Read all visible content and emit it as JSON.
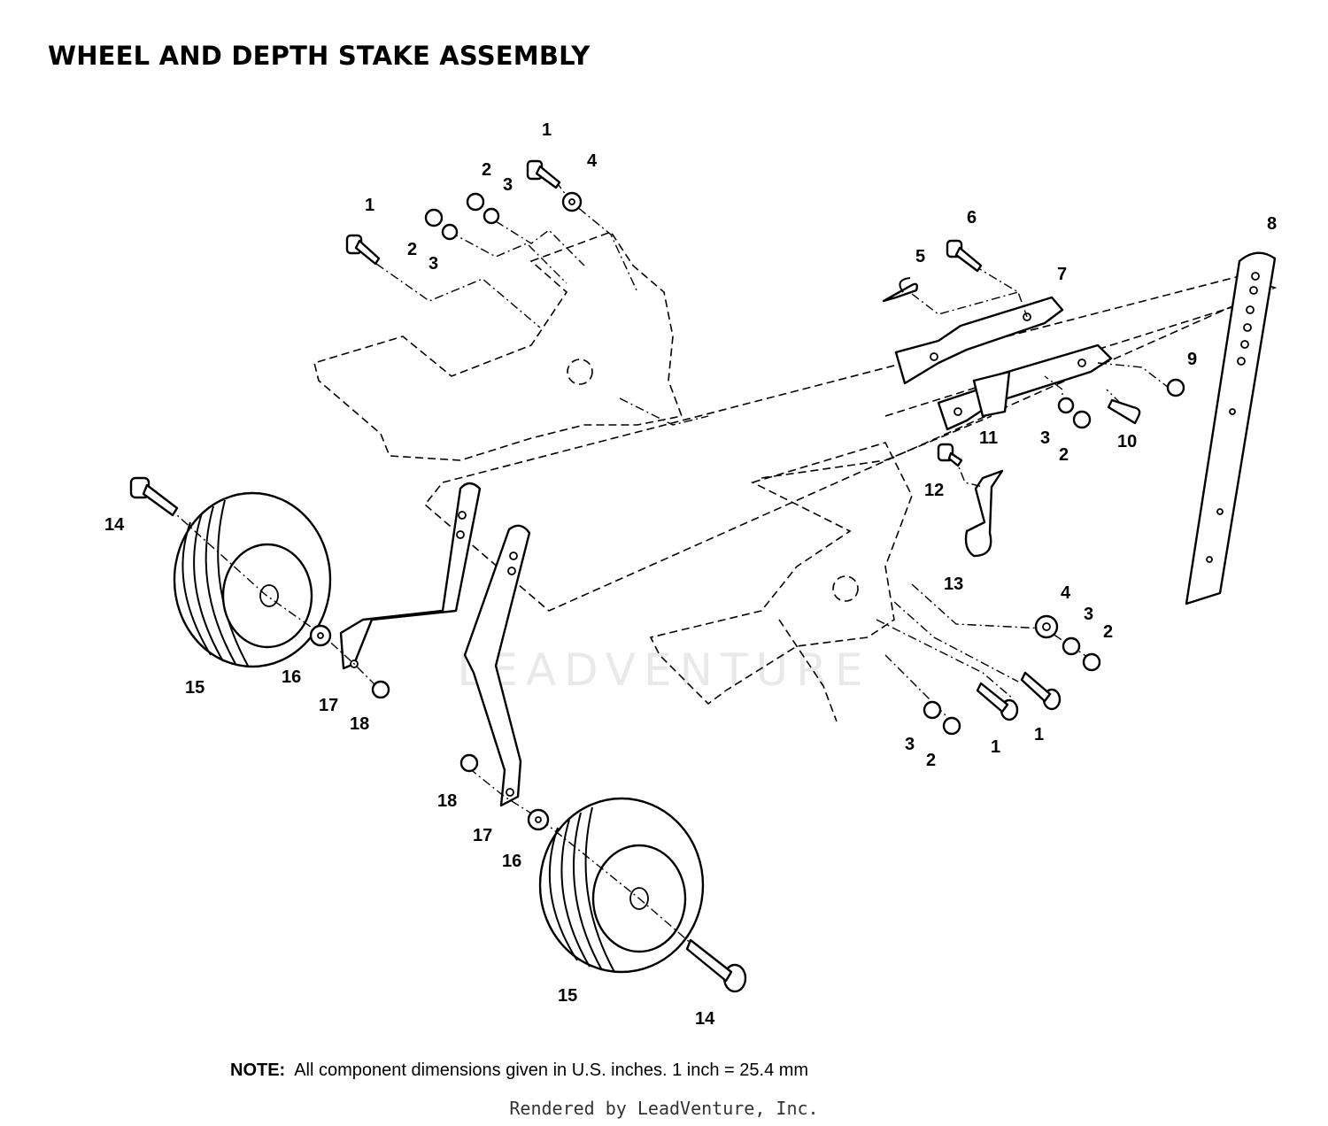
{
  "title": "WHEEL AND DEPTH STAKE ASSEMBLY",
  "watermark": "LEADVENTURE",
  "note": {
    "label": "NOTE:",
    "text": "All component dimensions given in U.S. inches.  1 inch = 25.4 mm"
  },
  "footer": "Rendered by LeadVenture, Inc.",
  "callouts": [
    "1",
    "2",
    "3",
    "1",
    "4",
    "2",
    "3",
    "6",
    "5",
    "7",
    "8",
    "9",
    "11",
    "3",
    "2",
    "10",
    "12",
    "13",
    "14",
    "15",
    "16",
    "17",
    "18",
    "4",
    "3",
    "2",
    "3",
    "2",
    "1",
    "1",
    "18",
    "17",
    "16",
    "15",
    "14"
  ]
}
